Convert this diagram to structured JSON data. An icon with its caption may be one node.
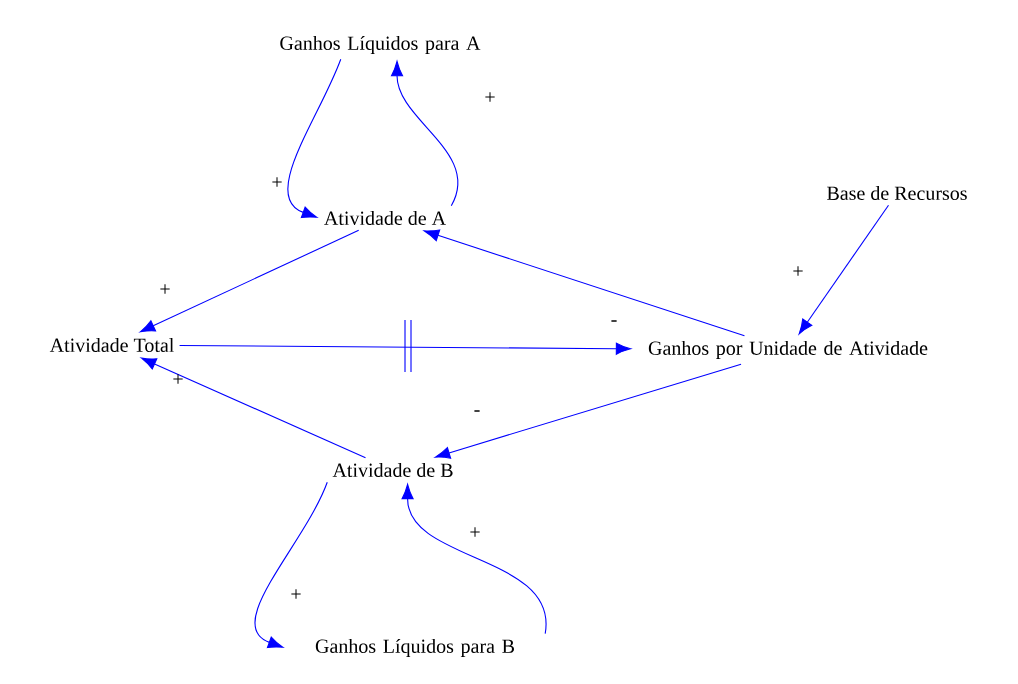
{
  "diagram": {
    "nodes": [
      {
        "text": [
          "Ganhos Líquidos para A"
        ]
      },
      {
        "text": [
          "Atividade de A"
        ]
      },
      {
        "text": [
          "Atividade Total"
        ]
      },
      {
        "text": [
          "Ganhos por Unidade de Atividade"
        ]
      },
      {
        "text": [
          "Base de Recursos"
        ]
      },
      {
        "text": [
          "Atividade de B"
        ]
      },
      {
        "text": [
          "Ganhos Líquidos para B"
        ]
      }
    ],
    "edges": [
      {
        "from": 0,
        "to": 1,
        "arrow": "to",
        "label": "+"
      },
      {
        "from": 1,
        "to": 0,
        "arrow": "to",
        "label": "+"
      },
      {
        "from": 1,
        "to": 2,
        "arrow": "to",
        "label": "+"
      },
      {
        "from": 2,
        "to": 3,
        "arrow": "to",
        "label": "-"
      },
      {
        "from": 3,
        "to": 1,
        "arrow": "to"
      },
      {
        "from": 4,
        "to": 3,
        "arrow": "to",
        "label": "+"
      },
      {
        "from": 3,
        "to": 5,
        "arrow": "to",
        "label": "-"
      },
      {
        "from": 5,
        "to": 2,
        "arrow": "to",
        "label": "+"
      },
      {
        "from": 5,
        "to": 6,
        "arrow": "to",
        "label": "+"
      },
      {
        "from": 6,
        "to": 5,
        "arrow": "to",
        "label": "+"
      }
    ]
  }
}
